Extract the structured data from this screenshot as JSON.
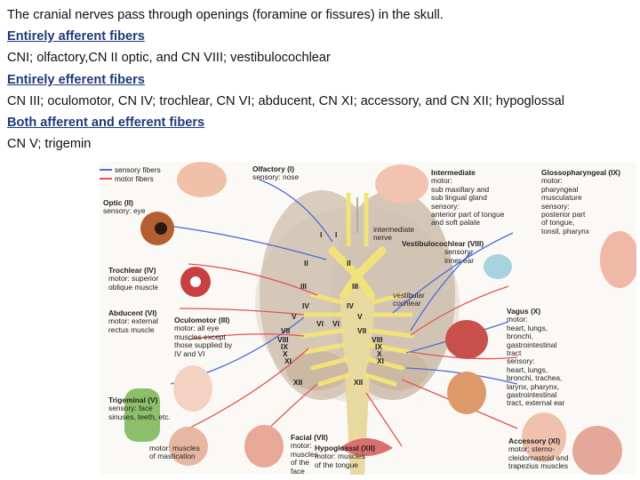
{
  "text": {
    "intro": "The cranial nerves pass through openings (foramine or fissures) in the skull.",
    "heading_afferent": "Entirely afferent fibers",
    "afferent_list": "CNI; olfactory,CN II optic, and CN VIII; vestibulocochlear",
    "heading_efferent": "Entirely efferent fibers",
    "efferent_list": "CN III; oculomotor, CN IV; trochlear, CN VI; abducent, CN XI; accessory, and CN XII; hypoglossal",
    "heading_both": "Both afferent and efferent fibers",
    "both_list_visible": "CN V; trigemin"
  },
  "figure": {
    "colors": {
      "sensory": "#4a6fd8",
      "motor": "#e05555",
      "brain": "#d9cdbe",
      "nerve": "#f2e27a"
    },
    "legend": {
      "sensory": "sensory fibers",
      "motor": "motor fibers"
    },
    "labels": {
      "olfactory": {
        "title": "Olfactory (I)",
        "lines": [
          "sensory: nose"
        ]
      },
      "optic": {
        "title": "Optic (II)",
        "lines": [
          "sensory: eye"
        ]
      },
      "intermediate": {
        "title": "Intermediate",
        "lines": [
          "motor:",
          "sub maxillary and",
          "sub lingual gland",
          "sensory:",
          "anterior part of tongue",
          "and soft palate"
        ]
      },
      "glossopharyngeal": {
        "title": "Glossopharyngeal (IX)",
        "lines": [
          "motor:",
          "pharyngeal",
          "musculature",
          "sensory:",
          "posterior part",
          "of tongue,",
          "tonsil, pharynx"
        ]
      },
      "vestibulocochlear": {
        "title": "Vestibulocochlear (VIII)",
        "lines": [
          "sensory:",
          "inner ear"
        ]
      },
      "trochlear": {
        "title": "Trochlear (IV)",
        "lines": [
          "motor: superior",
          "oblique muscle"
        ]
      },
      "abducent": {
        "title": "Abducent (VI)",
        "lines": [
          "motor: external",
          "rectus muscle"
        ]
      },
      "oculomotor": {
        "title": "Oculomotor (III)",
        "lines": [
          "motor: all eye",
          "muscles except",
          "those supplied by",
          "IV and VI"
        ]
      },
      "vagus": {
        "title": "Vagus (X)",
        "lines": [
          "motor:",
          "heart, lungs,",
          "bronchi,",
          "gastrointestinal",
          "tract",
          "sensory:",
          "heart, lungs,",
          "bronchi, trachea,",
          "larynx, pharynx,",
          "gastrointestinal",
          "tract, external ear"
        ]
      },
      "trigeminal": {
        "title": "Trigeminal (V)",
        "lines": [
          "sensory: face",
          "sinuses, teeth, etc."
        ]
      },
      "trigeminal_motor": {
        "title": "",
        "lines": [
          "motor: muscles",
          "of mastication"
        ]
      },
      "facial": {
        "title": "Facial (VII)",
        "lines": [
          "motor:",
          "muscles",
          "of the",
          "face"
        ]
      },
      "hypoglossal": {
        "title": "Hypoglossal (XII)",
        "lines": [
          "motor: muscles",
          "of the tongue"
        ]
      },
      "accessory": {
        "title": "Accessory (XI)",
        "lines": [
          "motor: sterno-",
          "cleidomastoid and",
          "trapezius muscles"
        ]
      },
      "intermediate_nerve": {
        "title": "",
        "lines": [
          "intermediate",
          "nerve"
        ]
      },
      "vestibular": {
        "title": "",
        "lines": [
          "vestibular",
          "cochlear"
        ]
      }
    },
    "numerals": {
      "I_left": "I",
      "I_right": "I",
      "II_left": "II",
      "II_right": "II",
      "III_left": "III",
      "III_right": "III",
      "IV_left": "IV",
      "IV_right": "IV",
      "V_left": "V",
      "V_right": "V",
      "VI_left": "VI",
      "VI_right": "VI",
      "VII_left": "VII",
      "VII_right": "VII",
      "VIII_left": "VIII",
      "VIII_right": "VIII",
      "IX_left": "IX",
      "IX_right": "IX",
      "X_left": "X",
      "X_right": "X",
      "XI_left": "XI",
      "XI_right": "XI",
      "XII_left": "XII",
      "XII_right": "XII"
    }
  }
}
